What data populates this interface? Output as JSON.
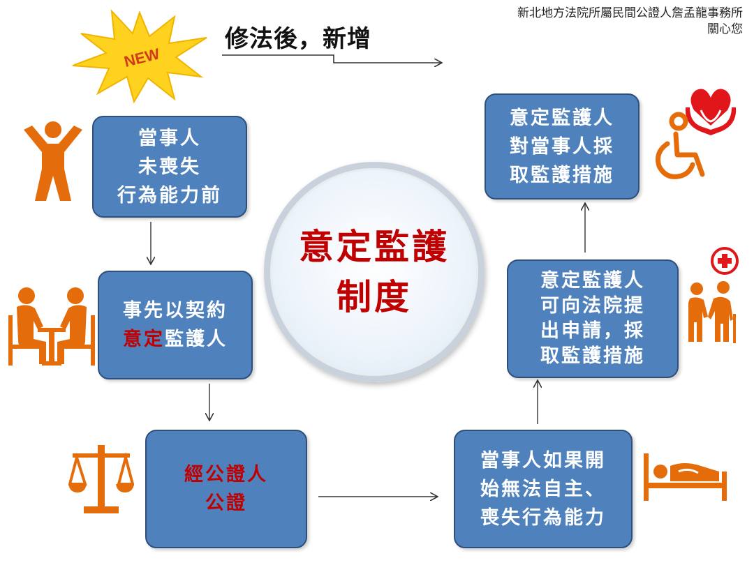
{
  "header": {
    "office_line1": "新北地方法院所屬民間公證人詹孟龍事務所",
    "office_line2": "關心您",
    "headline": "修法後，新增",
    "new_badge": "NEW"
  },
  "center": {
    "line1": "意定監護",
    "line2": "制度"
  },
  "steps": {
    "before": {
      "l1": "當事人",
      "l2": "未喪失",
      "l3": "行為能力前"
    },
    "contract": {
      "l1": "事先以契約",
      "l2_red": "意定",
      "l2_rest": "監護人"
    },
    "notarize": {
      "l1": "經公證人",
      "l2": "公證"
    },
    "incapacity": {
      "l1": "當事人如果開",
      "l2": "始無法自主、",
      "l3": "喪失行為能力"
    },
    "apply": {
      "l1": "意定監護人",
      "l2": "可向法院提",
      "l3": "出申請，採",
      "l4": "取監護措施"
    },
    "measures": {
      "l1": "意定監護人",
      "l2": "對當事人採",
      "l3": "取監護措施"
    }
  },
  "icons": {
    "person": "person-arms-up-icon",
    "meeting": "two-people-at-table-icon",
    "scales": "balance-scales-icon",
    "patient": "patient-in-bed-icon",
    "helper": "helper-with-elder-icon",
    "medical": "medical-cross-icon",
    "wheelchair": "wheelchair-icon",
    "heart": "heart-in-hands-icon"
  },
  "colors": {
    "box_fill": "#4f81bd",
    "box_border": "#2f4f7a",
    "accent_red": "#c00000",
    "icon_orange": "#e46c0a",
    "badge_yellow": "#ffd21f",
    "heart_red": "#e0161b"
  }
}
